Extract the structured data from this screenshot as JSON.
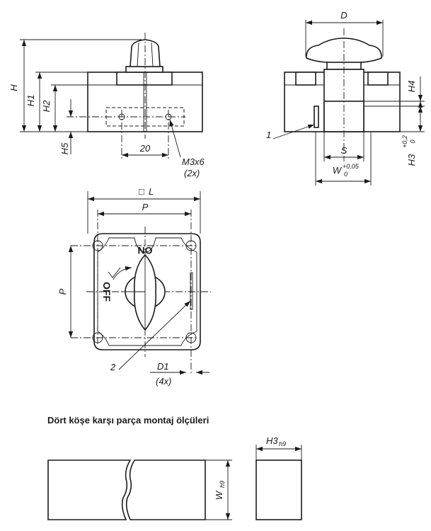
{
  "heading": "Dört köşe karşı parça montaj ölçüleri",
  "colors": {
    "line": "#1a1a1a",
    "background": "#ffffff"
  },
  "front_view": {
    "labels": {
      "H": "H",
      "H1": "H1",
      "H2": "H2",
      "H5": "H5",
      "hole_spacing": "20",
      "thread": "M3x6",
      "thread_qty": "(2x)"
    }
  },
  "side_view": {
    "labels": {
      "D": "D",
      "H4": "H4",
      "H3": "H3",
      "H3_tol_upper": "+0,2",
      "H3_tol_lower": "0",
      "S": "S",
      "W": "W",
      "W_tol_upper": "+0,05",
      "W_tol_lower": "0",
      "callout_1": "1"
    }
  },
  "top_view": {
    "labels": {
      "square": "□",
      "L": "L",
      "P_horizontal": "P",
      "P_vertical": "P",
      "D1": "D1",
      "D1_qty": "(4x)",
      "callout_2": "2",
      "on": "ON",
      "off": "OFF"
    }
  },
  "counterpart_view": {
    "labels": {
      "W": "W",
      "W_sub": "h9",
      "H3": "H3",
      "H3_sub": "h9"
    }
  }
}
